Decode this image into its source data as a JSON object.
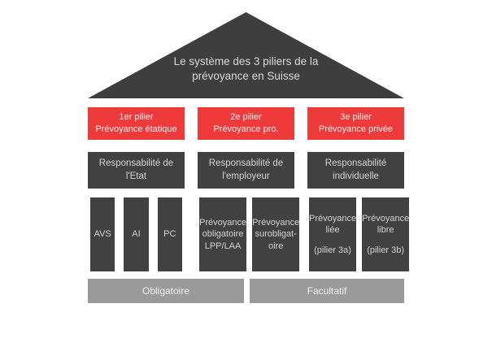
{
  "diagram": {
    "title_lines": [
      "Le système des 3 piliers de la",
      "prévoyance en Suisse"
    ],
    "pillars": [
      {
        "header_lines": [
          "1er pilier",
          "Prévoyance étatique"
        ],
        "responsibility_lines": [
          "Responsabilité de",
          "l'Etat"
        ],
        "columns": [
          {
            "lines": [
              "AVS"
            ]
          },
          {
            "lines": [
              "AI"
            ]
          },
          {
            "lines": [
              "PC"
            ]
          }
        ]
      },
      {
        "header_lines": [
          "2e pilier",
          "Prévoyance pro."
        ],
        "responsibility_lines": [
          "Responsabilité de",
          "l'employeur"
        ],
        "columns": [
          {
            "lines": [
              "Prévoyance",
              "obligatoire",
              "LPP/LAA"
            ]
          },
          {
            "lines": [
              "Prévoyance",
              "surobligat-",
              "oire"
            ]
          }
        ]
      },
      {
        "header_lines": [
          "3e pilier",
          "Prévoyance privée"
        ],
        "responsibility_lines": [
          "Responsabilité",
          "individuelle"
        ],
        "columns": [
          {
            "lines": [
              "Prévoyance",
              "liée"
            ],
            "sub": "(pilier 3a)"
          },
          {
            "lines": [
              "Prévoyance",
              "libre"
            ],
            "sub": "(pilier 3b)"
          }
        ]
      }
    ],
    "footer": [
      {
        "label": "Obligatoire"
      },
      {
        "label": "Facultatif"
      }
    ],
    "colors": {
      "red": "#ee3a3a",
      "dark_gray": "#414141",
      "roof_gray": "#3e3e3e",
      "footer_gray": "#9a9a9a"
    }
  }
}
